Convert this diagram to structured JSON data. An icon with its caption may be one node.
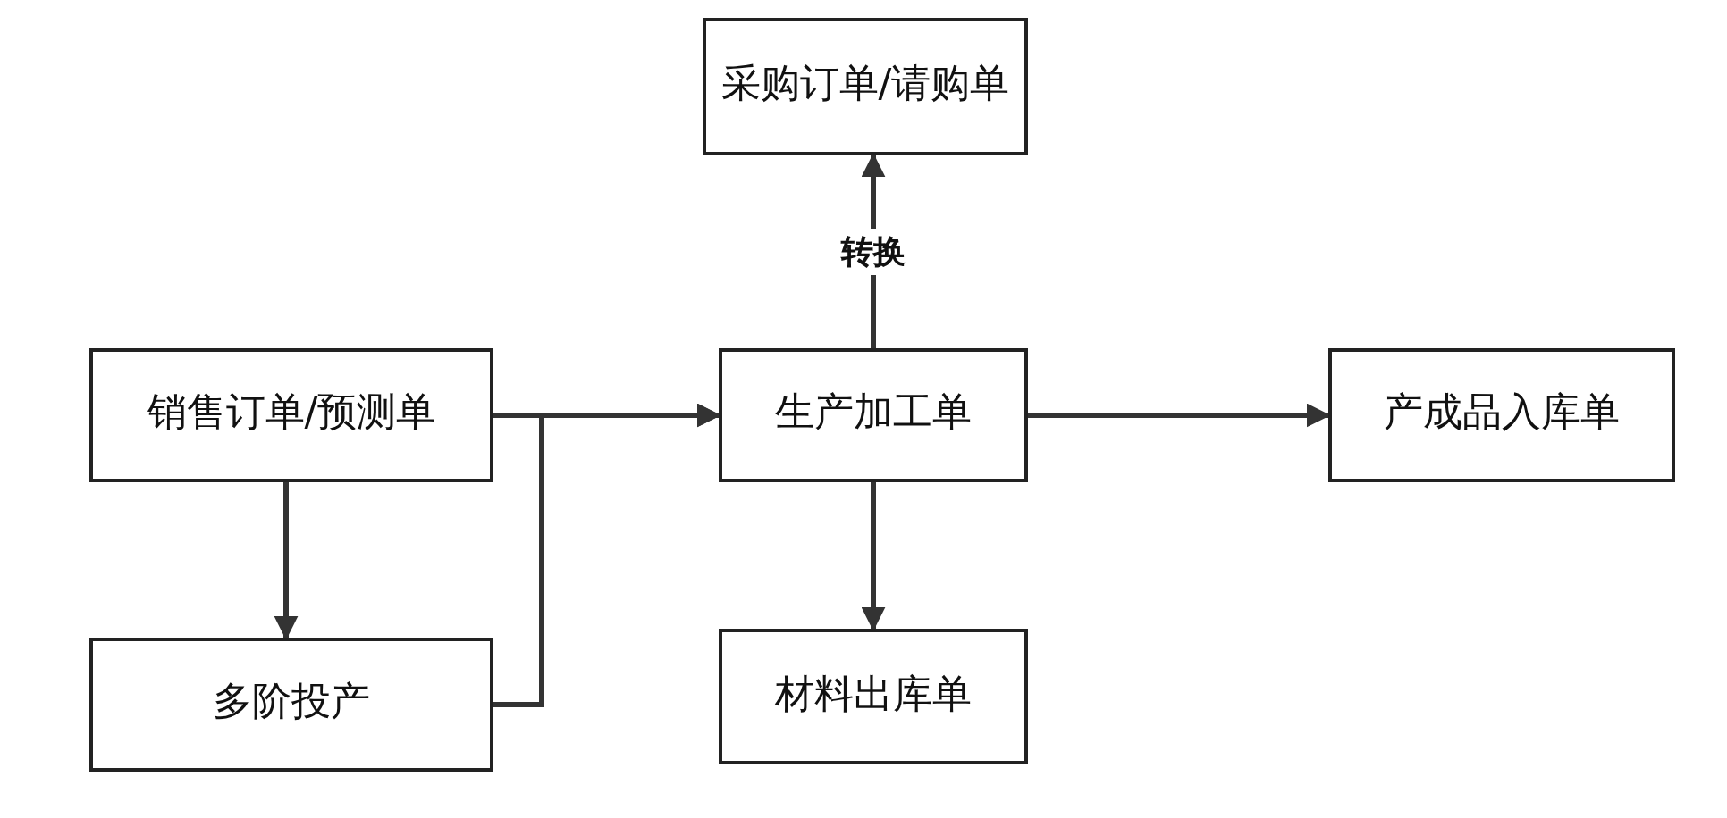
{
  "diagram": {
    "nodes": [
      {
        "text": [
          "销售订单/预测单"
        ]
      },
      {
        "text": [
          "多阶投产"
        ]
      },
      {
        "text": [
          "生产加工单"
        ]
      },
      {
        "text": [
          "采购订单/请购单"
        ]
      },
      {
        "text": [
          "产成品入库单"
        ]
      },
      {
        "text": [
          "材料出库单"
        ]
      }
    ],
    "edges": [
      {
        "from": 0,
        "to": 2,
        "arrow": "to"
      },
      {
        "from": 1,
        "to": 2,
        "arrow": "to"
      },
      {
        "from": 0,
        "to": 1,
        "arrow": "to"
      },
      {
        "from": 2,
        "to": 3,
        "arrow": "to",
        "label": "转换"
      },
      {
        "from": 2,
        "to": 4,
        "arrow": "to"
      },
      {
        "from": 2,
        "to": 5,
        "arrow": "to"
      }
    ]
  }
}
